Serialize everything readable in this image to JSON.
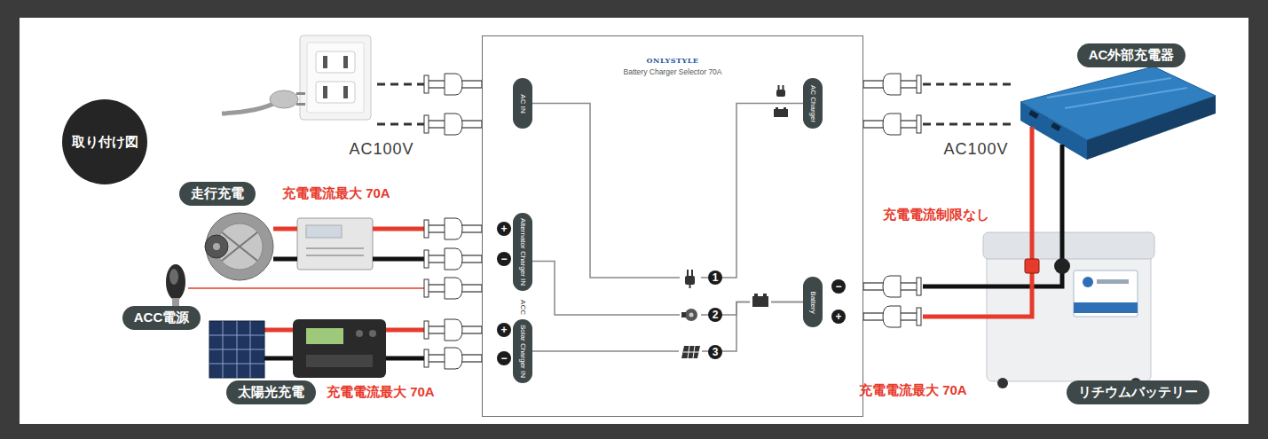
{
  "diagram": {
    "nodes": [
      {
        "text": [
          "取り付け図"
        ]
      },
      {
        "text": [
          "ONLYSTYLE",
          "Battery Charger Selector 70A"
        ]
      },
      {
        "text": [
          "AC IN"
        ],
        "in": 1
      },
      {
        "text": [
          "AC Charger"
        ],
        "in": 1
      },
      {
        "text": [
          "Alternator Charger IN"
        ],
        "in": 1
      },
      {
        "text": [
          "Battery"
        ],
        "in": 1
      },
      {
        "text": [
          "Solar Charger IN"
        ],
        "in": 1
      },
      {
        "text": [
          "AC外部充電器"
        ]
      },
      {
        "text": [
          "走行充電"
        ]
      },
      {
        "text": [
          "ACC電源"
        ]
      },
      {
        "text": [
          "太陽光充電"
        ]
      },
      {
        "text": [
          "リチウムバッテリー"
        ]
      }
    ],
    "edges": [
      {
        "from": 2,
        "to": 3,
        "arrow": "none"
      },
      {
        "from": 4,
        "to": 5,
        "arrow": "none"
      },
      {
        "from": 6,
        "to": 5,
        "arrow": "none"
      }
    ],
    "labels": [
      "AC100V",
      "AC100V",
      "充電電流最大 70A",
      "充電電流制限なし",
      "+",
      "−",
      "ACC",
      "+",
      "−",
      "1",
      "2",
      "3",
      "−",
      "+",
      "充電電流最大 70A",
      "充電電流最大 70A"
    ]
  }
}
